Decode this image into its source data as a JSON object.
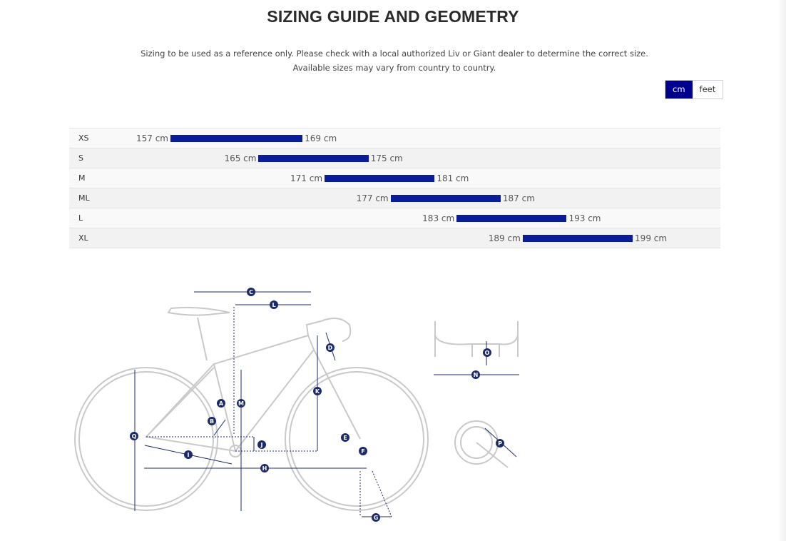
{
  "title": "SIZING GUIDE AND GEOMETRY",
  "subtitle": {
    "line1": "Sizing to be used as a reference only. Please check with a local authorized Liv or Giant dealer to determine the correct size.",
    "line2": "Available sizes may vary from country to country."
  },
  "unit_toggle": {
    "options": [
      "cm",
      "feet"
    ],
    "selected": "cm"
  },
  "colors": {
    "accent": "#00008f",
    "bar": "#0a1d99",
    "diagram_marker": "#1c2a6b"
  },
  "chart_data": {
    "type": "bar",
    "title": "Rider height range per size",
    "unit": "cm",
    "sizes": [
      {
        "size": "XS",
        "min": 157,
        "max": 169,
        "min_label": "157 cm",
        "max_label": "169 cm"
      },
      {
        "size": "S",
        "min": 165,
        "max": 175,
        "min_label": "165 cm",
        "max_label": "175 cm"
      },
      {
        "size": "M",
        "min": 171,
        "max": 181,
        "min_label": "171 cm",
        "max_label": "181 cm"
      },
      {
        "size": "ML",
        "min": 177,
        "max": 187,
        "min_label": "177 cm",
        "max_label": "187 cm"
      },
      {
        "size": "L",
        "min": 183,
        "max": 193,
        "min_label": "183 cm",
        "max_label": "193 cm"
      },
      {
        "size": "XL",
        "min": 189,
        "max": 199,
        "min_label": "189 cm",
        "max_label": "199 cm"
      }
    ]
  },
  "geometry_labels": [
    "A",
    "B",
    "C",
    "D",
    "E",
    "F",
    "G",
    "H",
    "I",
    "J",
    "K",
    "L",
    "M",
    "N",
    "O",
    "P",
    "Q"
  ]
}
